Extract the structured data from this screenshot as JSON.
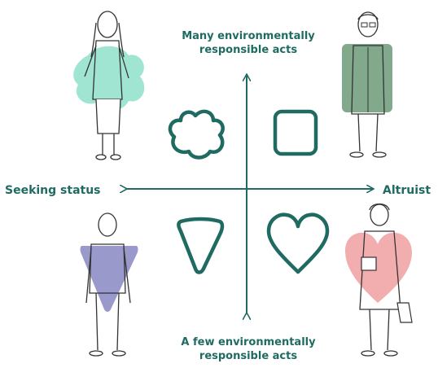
{
  "axis": {
    "top_label_line1": "Many environmentally",
    "top_label_line2": "responsible acts",
    "bottom_label_line1": "A few environmentally",
    "bottom_label_line2": "responsible acts",
    "left_label": "Seeking status",
    "right_label": "Altruist"
  },
  "quadrants": {
    "top_left": {
      "shape": "flower-blob-icon",
      "person": "woman-with-flower-shape",
      "accent": "#8ee0c9"
    },
    "top_right": {
      "shape": "rounded-square-icon",
      "person": "man-with-square-shape",
      "accent": "#6c9a77"
    },
    "bottom_left": {
      "shape": "triangle-icon",
      "person": "man-with-triangle-shape",
      "accent": "#8f8ec7"
    },
    "bottom_right": {
      "shape": "heart-icon",
      "person": "woman-with-heart-shape",
      "accent": "#f0a0a0"
    }
  },
  "colors": {
    "primary": "#1f6b62",
    "line": "#555555"
  }
}
